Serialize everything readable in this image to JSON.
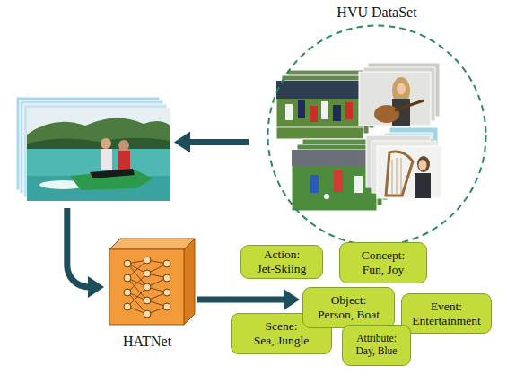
{
  "diagram": {
    "nodes": [
      {
        "text": [
          "HVU DataSet"
        ]
      },
      {
        "text": []
      },
      {
        "text": [
          "HATNet"
        ]
      },
      {
        "text": [
          "Action:",
          "Jet-Skiing"
        ]
      },
      {
        "text": [
          "Concept:",
          "Fun, Joy"
        ]
      },
      {
        "text": [
          "Object:",
          "Person, Boat"
        ]
      },
      {
        "text": [
          "Event:",
          "Entertainment"
        ]
      },
      {
        "text": [
          "Scene:",
          "Sea, Jungle"
        ]
      },
      {
        "text": [
          "Attribute:",
          "Day, Blue"
        ]
      }
    ],
    "edges": [
      {
        "from": 0,
        "to": 1,
        "arrow": "to"
      },
      {
        "from": 1,
        "to": 2,
        "arrow": "to"
      },
      {
        "from": 2,
        "to": 5,
        "arrow": "to"
      }
    ]
  }
}
